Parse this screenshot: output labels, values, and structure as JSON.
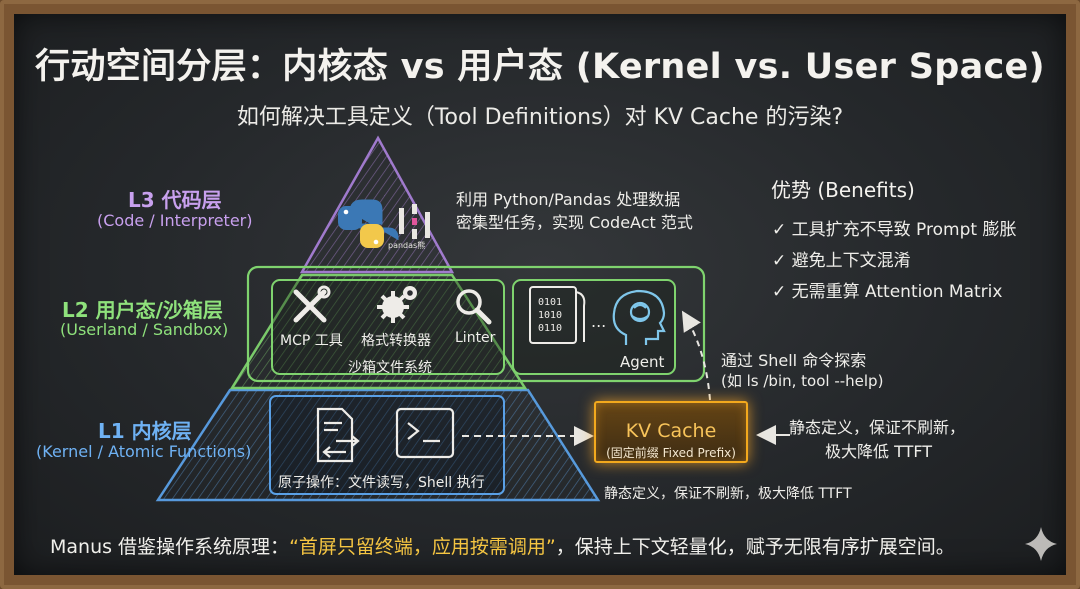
{
  "title": "行动空间分层：内核态 vs 用户态 (Kernel vs. User Space)",
  "subtitle": "如何解决工具定义（Tool Definitions）对 KV Cache 的污染?",
  "levels": {
    "l3": {
      "title": "L3 代码层",
      "subtitle": "(Code / Interpreter)",
      "description": [
        "利用 Python/Pandas 处理数据",
        "密集型任务，实现 CodeAct 范式"
      ],
      "pandas_label": "pandas熊"
    },
    "l2": {
      "title": "L2 用户态/沙箱层",
      "subtitle": "(Userland / Sandbox)",
      "tools": [
        "MCP 工具",
        "格式转换器",
        "Linter"
      ],
      "sandbox_label": "沙箱文件系统",
      "agent_label": "Agent",
      "ellipsis": "...",
      "explore_note": [
        "通过 Shell 命令探索",
        "(如 ls /bin, tool --help)"
      ]
    },
    "l1": {
      "title": "L1 内核层",
      "subtitle": "(Kernel / Atomic Functions)",
      "ops_label": "原子操作：文件读写，Shell 执行",
      "kv_title": "KV Cache",
      "kv_subtitle": "(固定前缀 Fixed Prefix)",
      "right_note": [
        "静态定义，保证不刷新，",
        "极大降低 TTFT"
      ],
      "bottom_note": "静态定义，保证不刷新，极大降低 TTFT"
    }
  },
  "benefits": {
    "title": "优势 (Benefits)",
    "items": [
      "✓ 工具扩充不导致 Prompt 膨胀",
      "✓ 避免上下文混淆",
      "✓ 无需重算 Attention Matrix"
    ]
  },
  "footer": {
    "prefix": "Manus 借鉴操作系统原理：",
    "highlight": "“首屏只留终端，应用按需调用”",
    "suffix": "，保持上下文轻量化，赋予无限有序扩展空间。"
  },
  "icons": [
    "python-icon",
    "pandas-icon",
    "tools-icon",
    "gears-icon",
    "magnifier-icon",
    "document-transfer-icon",
    "terminal-icon",
    "binary-scroll-icon",
    "agent-head-icon",
    "sparkle-icon"
  ],
  "colors": {
    "l3": "#a77fd6",
    "l2": "#7fd36e",
    "l1": "#5aa0e6",
    "kv": "#f3a91d",
    "highlight": "#f5c542"
  }
}
